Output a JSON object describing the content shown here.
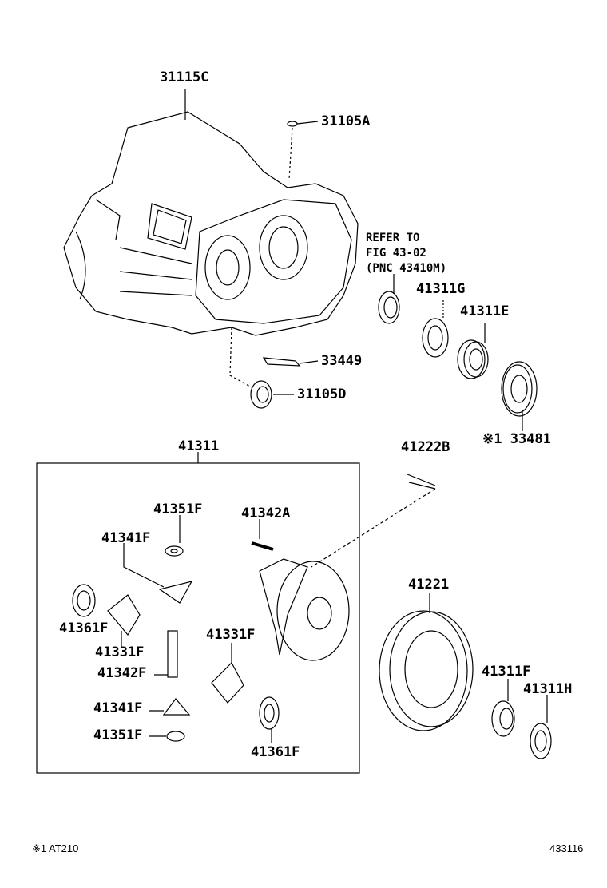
{
  "diagram": {
    "labels": {
      "housing": "31115C",
      "plug_top": "31105A",
      "refer_line1": "REFER TO",
      "refer_line2": "FIG 43-02",
      "refer_line3": "(PNC 43410M)",
      "shim_g": "41311G",
      "bearing_e": "41311E",
      "magnet": "33449",
      "seal_d": "31105D",
      "oil_seal": "※1 33481",
      "diff_kit": "41311",
      "bolt": "41222B",
      "washer_top": "41351F",
      "pin": "41342A",
      "pinion_top": "41341F",
      "ring_gear": "41221",
      "washer_left": "41361F",
      "side_gear_right": "41331F",
      "side_gear_left": "41331F",
      "shaft": "41342F",
      "bearing_f": "41311F",
      "shim_h": "41311H",
      "pinion_bottom": "41341F",
      "washer_bottom": "41351F",
      "washer_right": "41361F"
    },
    "footer": {
      "note": "※1 AT210",
      "figure_id": "433116"
    }
  }
}
